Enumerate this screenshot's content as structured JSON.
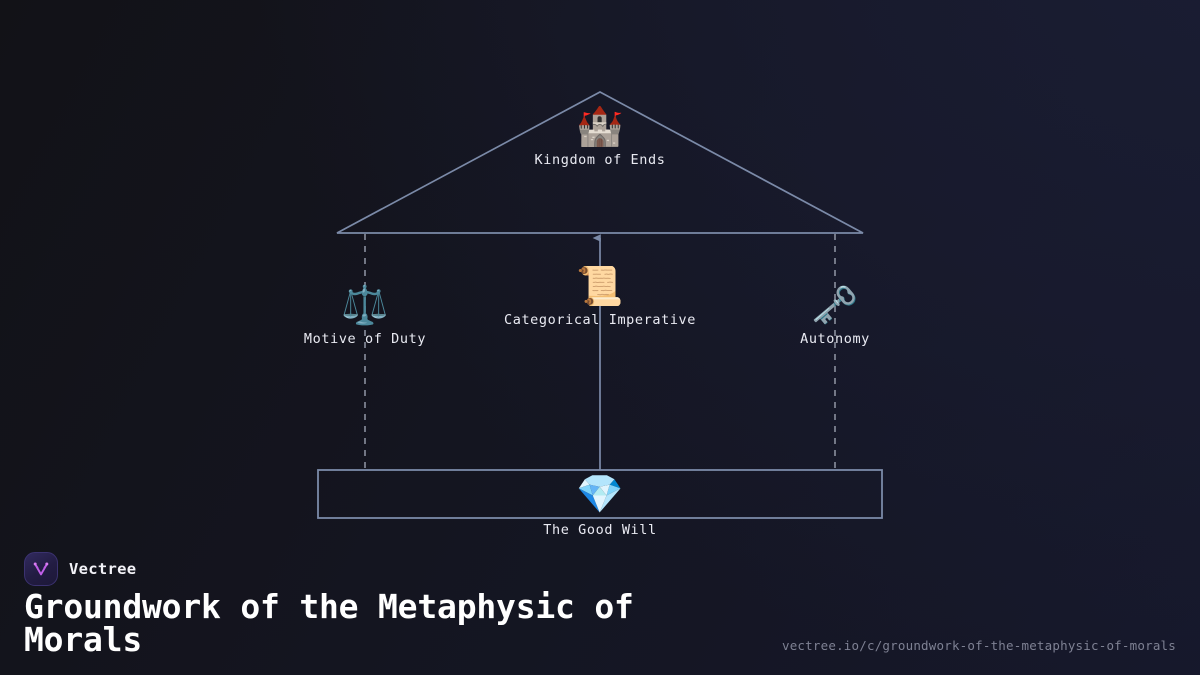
{
  "theme": {
    "background_top_right": "#16182b",
    "background_bottom_left": "#121217",
    "line_color": "#7b8aa8",
    "node_border": "#7b8aa8",
    "label_color": "#e9eaf2",
    "brand_accent": "#c15fe8",
    "url_color": "#7e8193"
  },
  "diagram": {
    "type": "hierarchy",
    "nodes": [
      {
        "id": "kingdom",
        "glyph": "🏰",
        "icon_name": "castle-icon",
        "label": "Kingdom of Ends"
      },
      {
        "id": "motive",
        "glyph": "⚖️",
        "icon_name": "balance-scale-icon",
        "label": "Motive of Duty"
      },
      {
        "id": "categorical",
        "glyph": "📜",
        "icon_name": "scroll-icon",
        "label": "Categorical Imperative"
      },
      {
        "id": "autonomy",
        "glyph": "🗝️",
        "icon_name": "old-key-icon",
        "label": "Autonomy"
      },
      {
        "id": "goodwill",
        "glyph": "💎",
        "icon_name": "gem-stone-icon",
        "label": "The Good Will"
      }
    ]
  },
  "footer": {
    "brand_name": "Vectree",
    "title": "Groundwork of the Metaphysic of Morals",
    "url": "vectree.io/c/groundwork-of-the-metaphysic-of-morals"
  }
}
